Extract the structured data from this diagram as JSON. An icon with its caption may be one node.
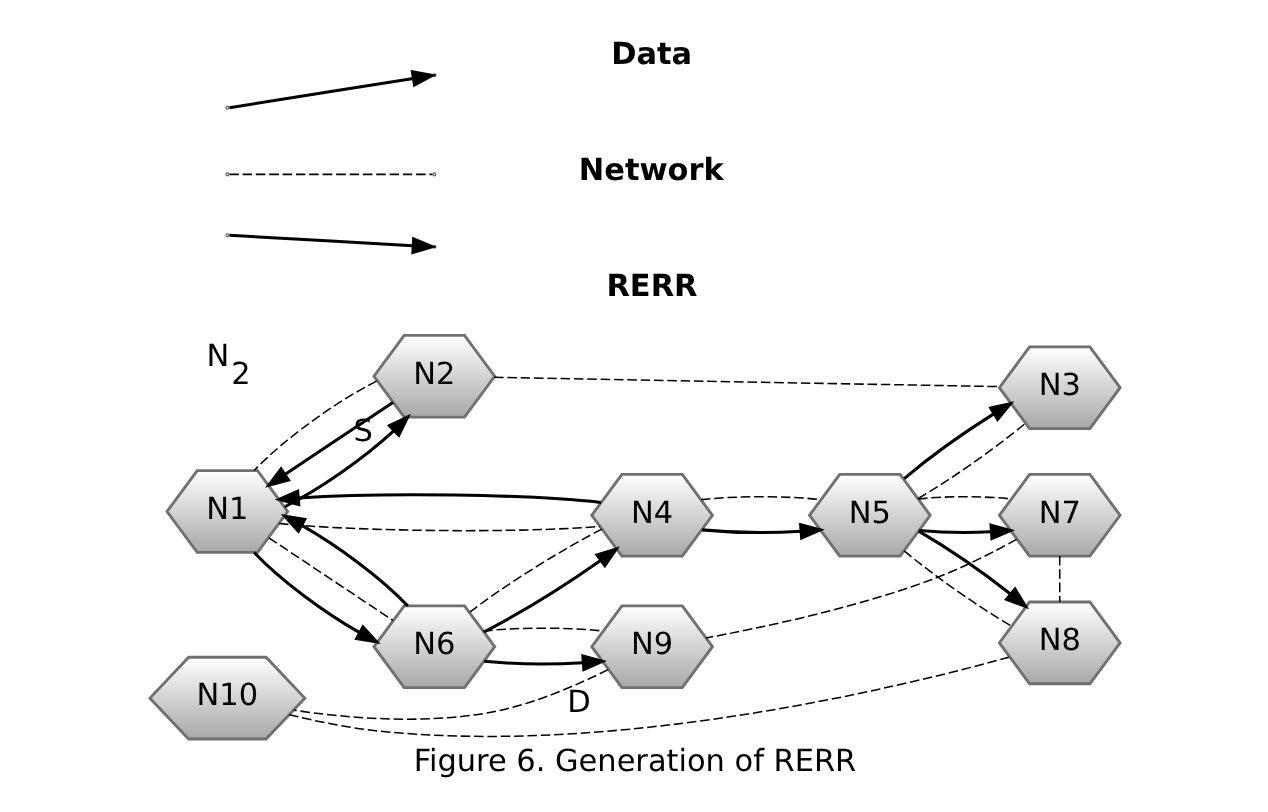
{
  "diagram": {
    "caption": "Figure 6. Generation of RERR",
    "nodes": [
      {
        "text": [
          "N1"
        ]
      },
      {
        "text": [
          "N2"
        ],
        "beside": [
          "S"
        ]
      },
      {
        "text": [
          "N3"
        ]
      },
      {
        "text": [
          "N4"
        ]
      },
      {
        "text": [
          "N5"
        ]
      },
      {
        "text": [
          "N6"
        ]
      },
      {
        "text": [
          "N7"
        ]
      },
      {
        "text": [
          "N8"
        ]
      },
      {
        "text": [
          "N9"
        ],
        "beside": [
          "D"
        ]
      },
      {
        "text": [
          "N10"
        ]
      }
    ],
    "edges": [
      {
        "from": 0,
        "to": 5,
        "arrow": "to"
      },
      {
        "from": 1,
        "to": 0,
        "arrow": "to"
      },
      {
        "from": 3,
        "to": 4,
        "arrow": "to"
      },
      {
        "from": 4,
        "to": 6,
        "arrow": "to"
      },
      {
        "from": 5,
        "to": 8,
        "arrow": "to"
      },
      {
        "from": 0,
        "to": 5,
        "arrow": "none",
        "style": "dashed"
      },
      {
        "from": 5,
        "to": 8,
        "arrow": "none",
        "style": "dashed"
      },
      {
        "from": 1,
        "to": 0,
        "arrow": "none",
        "style": "dashed"
      },
      {
        "from": 0,
        "to": 3,
        "arrow": "none",
        "style": "dashed"
      },
      {
        "from": 3,
        "to": 5,
        "arrow": "none",
        "style": "dashed"
      },
      {
        "from": 1,
        "to": 2,
        "arrow": "none",
        "style": "dashed"
      },
      {
        "from": 3,
        "to": 4,
        "arrow": "none",
        "style": "dashed"
      },
      {
        "from": 4,
        "to": 6,
        "arrow": "none",
        "style": "dashed"
      },
      {
        "from": 4,
        "to": 2,
        "arrow": "none",
        "style": "dashed"
      },
      {
        "from": 4,
        "to": 7,
        "arrow": "none",
        "style": "dashed"
      },
      {
        "from": 6,
        "to": 8,
        "arrow": "none",
        "style": "dashed"
      },
      {
        "from": 6,
        "to": 7,
        "arrow": "none",
        "style": "dashed"
      },
      {
        "from": 8,
        "to": 9,
        "arrow": "none",
        "style": "dashed"
      },
      {
        "from": 9,
        "to": 7,
        "arrow": "none",
        "style": "dashed"
      },
      {
        "from": 5,
        "to": 0,
        "arrow": "to"
      },
      {
        "from": 5,
        "to": 3,
        "arrow": "to"
      },
      {
        "from": 3,
        "to": 0,
        "arrow": "to"
      },
      {
        "from": 0,
        "to": 1,
        "arrow": "to"
      },
      {
        "from": 4,
        "to": 2,
        "arrow": "to"
      },
      {
        "from": 4,
        "to": 7,
        "arrow": "to"
      }
    ],
    "labels": [
      "N$_{2}$"
    ],
    "legend": [
      {
        "text": "Data"
      },
      {
        "text": "Network"
      },
      {
        "text": "RERR"
      }
    ]
  }
}
